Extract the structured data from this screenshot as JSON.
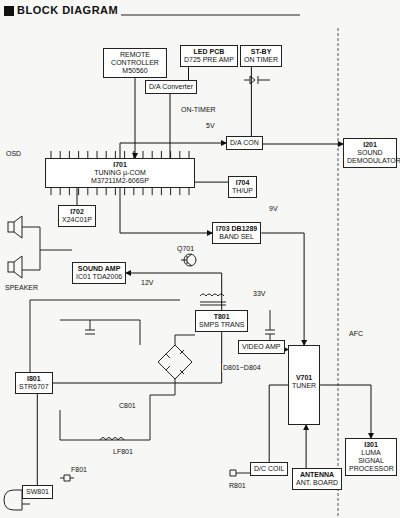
{
  "diagram": {
    "title": "BLOCK DIAGRAM",
    "nodes": [
      {
        "text": [
          "REMOTE CONTROLLER M50560"
        ]
      },
      {
        "text": [
          "LED PCB",
          "D725 PRE AMP"
        ]
      },
      {
        "text": [
          "ST-BY",
          "ON TIMER"
        ]
      },
      {
        "text": [
          "D/A Converter"
        ]
      },
      {
        "text": [
          "I701",
          "TUNING µ-COM",
          "M37211M2-606SP"
        ]
      },
      {
        "text": [
          "D/A CON"
        ]
      },
      {
        "text": [
          "I702",
          "X24C01P"
        ]
      },
      {
        "text": [
          "I704",
          "TH/UP"
        ]
      },
      {
        "text": [
          "I703 DB1289",
          "BAND SEL"
        ]
      },
      {
        "text": [
          "SOUND AMP",
          "IC01 TDA2006"
        ]
      },
      {
        "text": [
          "T801",
          "SMPS TRANS"
        ]
      },
      {
        "text": [
          "I801",
          "STR6707"
        ]
      },
      {
        "text": [
          "V701",
          "TUNER"
        ]
      },
      {
        "text": [
          "ANTENNA",
          "ANT. BOARD"
        ]
      },
      {
        "text": [
          "D/C COIL"
        ]
      },
      {
        "text": [
          "I201",
          "SOUND DEMODULATOR"
        ]
      },
      {
        "text": [
          "I301",
          "LUMA SIGNAL PROCESSOR"
        ]
      },
      {
        "text": [
          "SW801"
        ]
      },
      {
        "text": [
          "VIDEO AMP"
        ]
      }
    ],
    "edges": [
      {
        "from": 0,
        "to": 4,
        "arrow": "to"
      },
      {
        "from": 1,
        "to": 3,
        "arrow": "none"
      },
      {
        "from": 2,
        "to": 5,
        "arrow": "none"
      },
      {
        "from": 3,
        "to": 4,
        "arrow": "none"
      },
      {
        "from": 4,
        "to": 5,
        "arrow": "to"
      },
      {
        "from": 4,
        "to": 7,
        "arrow": "none"
      },
      {
        "from": 4,
        "to": 6,
        "arrow": "none"
      },
      {
        "from": 4,
        "to": 8,
        "arrow": "to"
      },
      {
        "from": 8,
        "to": 12,
        "arrow": "to"
      },
      {
        "from": 5,
        "to": 15,
        "arrow": "to"
      },
      {
        "from": 11,
        "to": 10,
        "arrow": "none"
      },
      {
        "from": 10,
        "to": 9,
        "arrow": "to"
      },
      {
        "from": 13,
        "to": 12,
        "arrow": "to"
      },
      {
        "from": 12,
        "to": 16,
        "arrow": "to"
      },
      {
        "from": 17,
        "to": 11,
        "arrow": "none"
      },
      {
        "from": 14,
        "to": 12,
        "arrow": "none"
      },
      {
        "from": 18,
        "to": 12,
        "arrow": "to"
      }
    ],
    "labels": [
      "ON-TIMER",
      "5V",
      "9V",
      "12V",
      "33V",
      "OSD",
      "SPEAKER",
      "D801~D804",
      "F801",
      "LF801",
      "R801",
      "C801",
      "AFC",
      "Q701"
    ]
  }
}
